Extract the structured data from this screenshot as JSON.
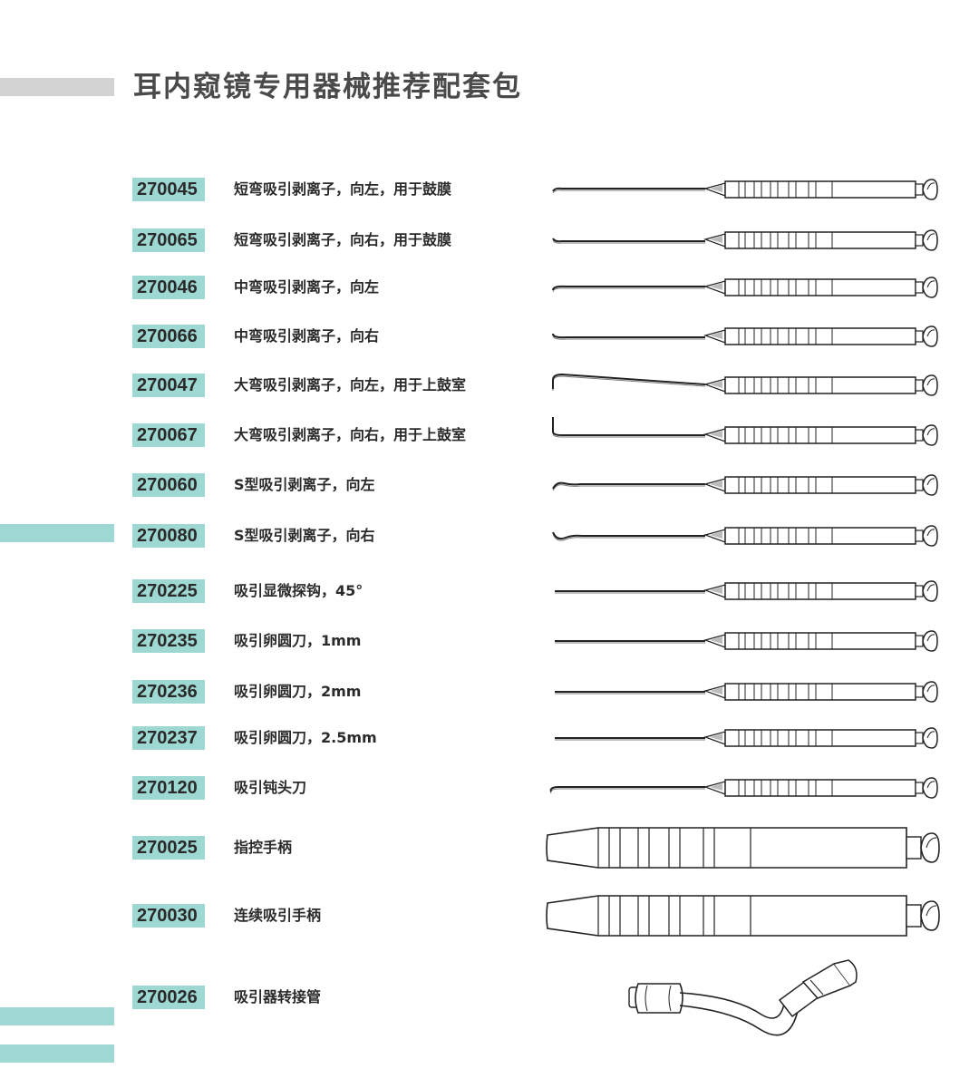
{
  "title": "耳内窥镜专用器械推荐配套包",
  "items": [
    {
      "code": "270045",
      "name": "短弯吸引剥离子，向左，用于鼓膜",
      "icon": "short-curve-left-tip-icon"
    },
    {
      "code": "270065",
      "name": "短弯吸引剥离子，向右，用于鼓膜",
      "icon": "short-curve-right-tip-icon"
    },
    {
      "code": "270046",
      "name": "中弯吸引剥离子，向左",
      "icon": "medium-curve-left-tip-icon"
    },
    {
      "code": "270066",
      "name": "中弯吸引剥离子，向右",
      "icon": "medium-curve-right-tip-icon"
    },
    {
      "code": "270047",
      "name": "大弯吸引剥离子，向左，用于上鼓室",
      "icon": "large-curve-left-tip-icon"
    },
    {
      "code": "270067",
      "name": "大弯吸引剥离子，向右，用于上鼓室",
      "icon": "large-curve-right-tip-icon"
    },
    {
      "code": "270060",
      "name": "S型吸引剥离子，向左",
      "icon": "s-curve-left-tip-icon"
    },
    {
      "code": "270080",
      "name": "S型吸引剥离子，向右",
      "icon": "s-curve-right-tip-icon"
    },
    {
      "code": "270225",
      "name": "吸引显微探钩，45°",
      "icon": "micro-hook-tip-icon"
    },
    {
      "code": "270235",
      "name": "吸引卵圆刀，1mm",
      "icon": "oval-knife-tip-icon"
    },
    {
      "code": "270236",
      "name": "吸引卵圆刀，2mm",
      "icon": "oval-knife-tip-icon"
    },
    {
      "code": "270237",
      "name": "吸引卵圆刀，2.5mm",
      "icon": "oval-knife-tip-icon"
    },
    {
      "code": "270120",
      "name": "吸引钝头刀",
      "icon": "blunt-knife-tip-icon"
    },
    {
      "code": "270025",
      "name": "指控手柄",
      "icon": "finger-control-handle-icon"
    },
    {
      "code": "270030",
      "name": "连续吸引手柄",
      "icon": "continuous-suction-handle-icon"
    },
    {
      "code": "270026",
      "name": "吸引器转接管",
      "icon": "suction-adapter-tube-icon"
    }
  ],
  "colors": {
    "code_bg": "#9ed8d3",
    "title": "#4a4a4a",
    "gray_bar": "#d3d3d3"
  }
}
